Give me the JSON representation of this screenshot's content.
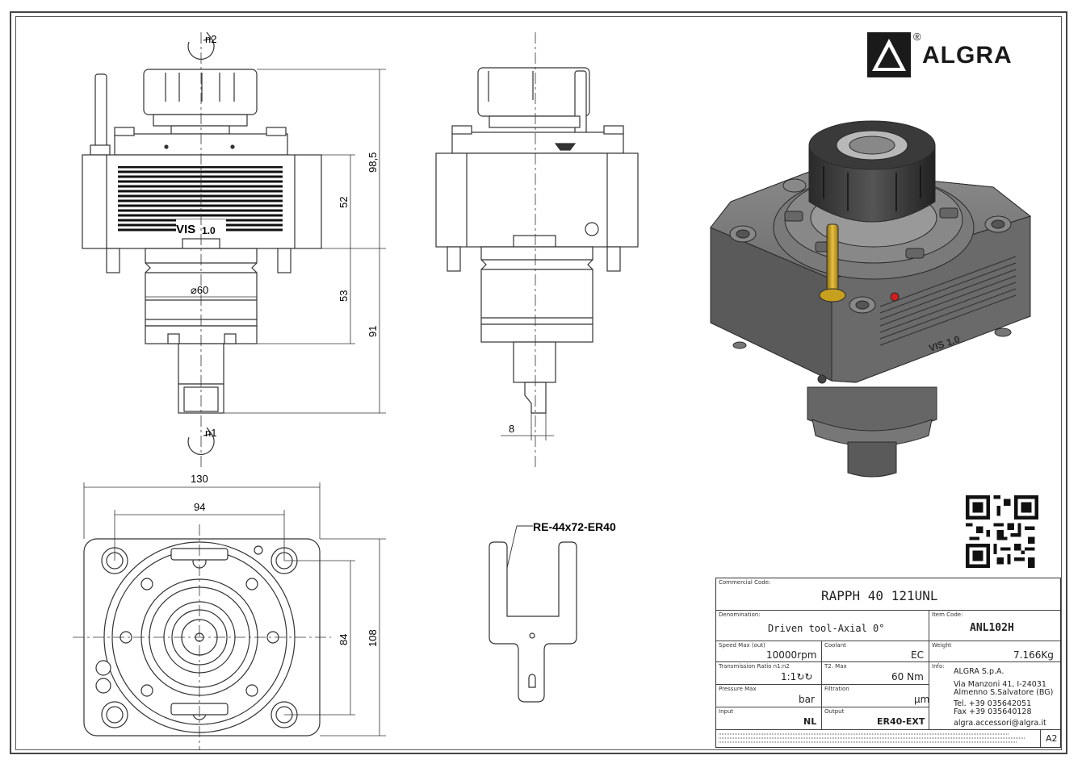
{
  "brand": {
    "name": "ALGRA",
    "reg": "®"
  },
  "drawing": {
    "rot_top": "n2",
    "rot_bottom": "n1",
    "dim_98_5": "98,5",
    "dim_52": "52",
    "dim_53": "53",
    "dim_91": "91",
    "dim_60": "⌀60",
    "dim_8": "8",
    "dim_130": "130",
    "dim_94": "94",
    "dim_84": "84",
    "dim_108": "108",
    "vis_label": "VIS",
    "vis_ver": "1.0",
    "wrench_label": "RE-44x72-ER40"
  },
  "titleblock": {
    "commercial_code_label": "Commercial Code:",
    "commercial_code": "RAPPH 40 121UNL",
    "denomination_label": "Denomination:",
    "denomination": "Driven tool-Axial 0°",
    "item_code_label": "Item Code:",
    "item_code": "ANL102H",
    "speed_label": "Speed Max (out)",
    "speed_value": "10000",
    "speed_unit": "rpm",
    "coolant_label": "Coolant",
    "coolant_value": "EC",
    "weight_label": "Weight",
    "weight_value": "7.166Kg",
    "ratio_label": "Transmission Ratio n1:n2",
    "ratio_value": "1:1",
    "ratio_icons": "↻↻",
    "torque_label": "T2. Max",
    "torque_value": "60",
    "torque_unit": "Nm",
    "info_label": "Info:",
    "info_company": "ALGRA S.p.A.",
    "info_street": "Via Manzoni 41, I-24031",
    "info_city": "Almenno S.Salvatore (BG)",
    "info_tel": "Tel. +39 035642051",
    "info_fax": "Fax +39 035640128",
    "info_email": "algra.accessori@algra.it",
    "pressure_label": "Pressure Max",
    "pressure_unit": "bar",
    "filtration_label": "Filtration",
    "filtration_unit": "µm",
    "input_label": "Input",
    "input_value": "NL",
    "output_label": "Output",
    "output_value": "ER40-EXT",
    "sheet_size": "A2"
  },
  "colors": {
    "line": "#333333",
    "body_gray": "#6a6a6a",
    "body_dark": "#4a4a4a",
    "brass": "#c8a020",
    "red_dot": "#d21e1e"
  }
}
